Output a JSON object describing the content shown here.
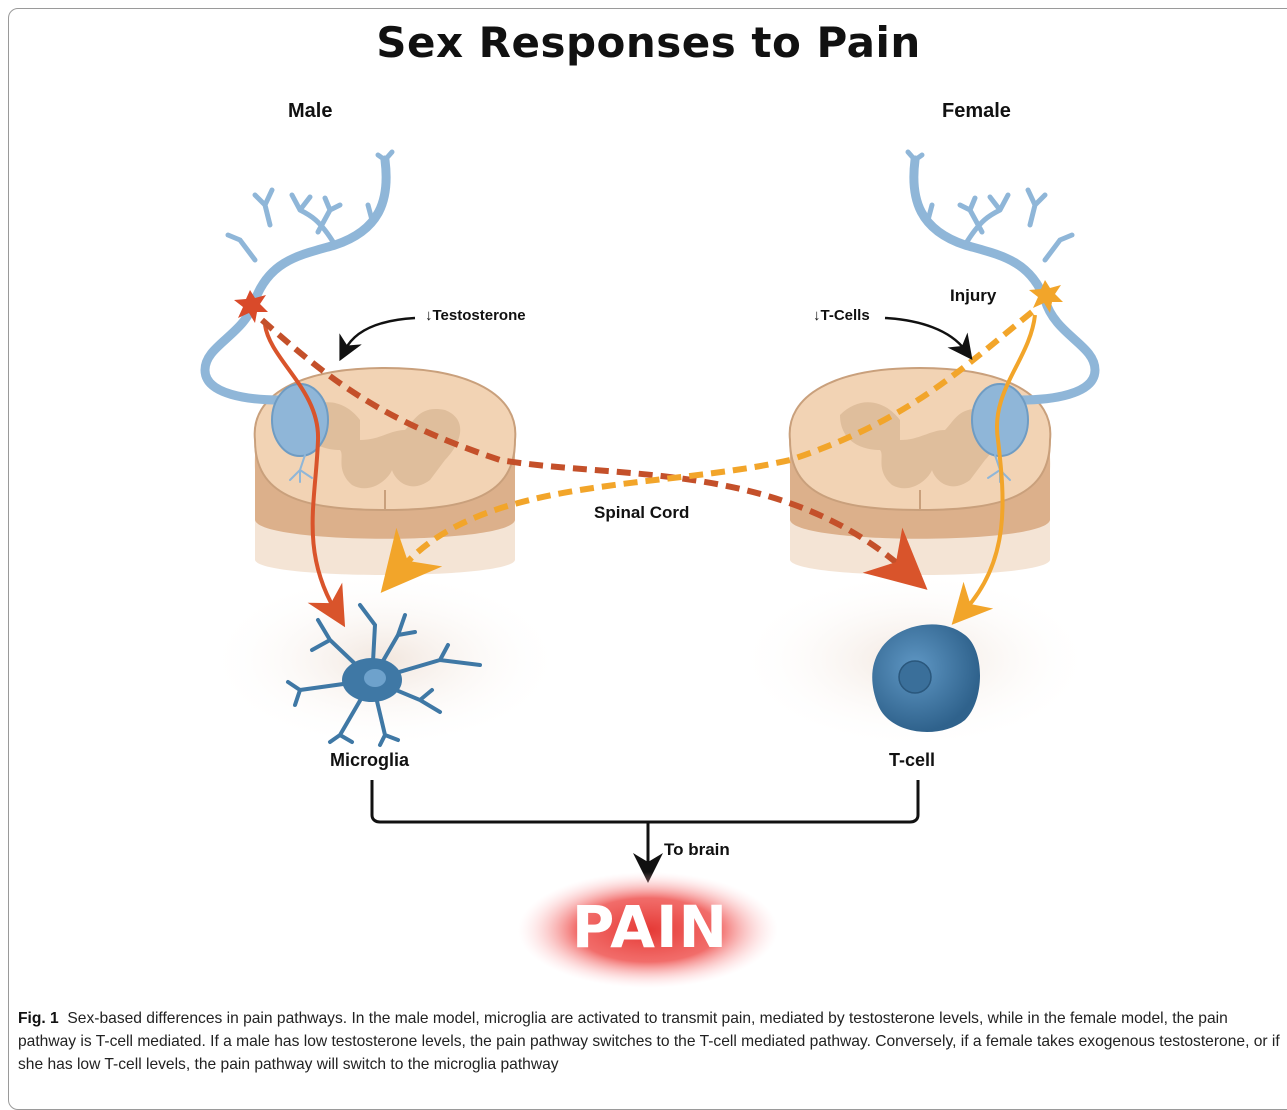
{
  "figure": {
    "title": "Sex Responses to Pain",
    "male_label": "Male",
    "female_label": "Female",
    "testosterone_label": "↓Testosterone",
    "tcells_label": "↓T-Cells",
    "injury_label": "Injury",
    "spinal_cord_label": "Spinal Cord",
    "microglia_label": "Microglia",
    "tcell_label": "T-cell",
    "to_brain_label": "To brain",
    "pain_label": "PAIN"
  },
  "caption": {
    "fig_label": "Fig. 1",
    "text": "Sex-based differences in pain pathways. In the male model, microglia are activated to transmit pain, mediated by testosterone levels, while in the female model, the pain pathway is T-cell mediated. If a male has low testosterone levels, the pain pathway switches to the T-cell mediated pathway. Conversely, if a female takes exogenous testosterone, or if she has low T-cell levels, the pain pathway will switch to the microglia pathway"
  },
  "colors": {
    "neuron": "#8fb6d8",
    "cord": "#f2d3b4",
    "male_pathway": "#d9542b",
    "female_pathway": "#f2a52a",
    "cell": "#3f78a5",
    "pain_glow": "#e53935"
  }
}
